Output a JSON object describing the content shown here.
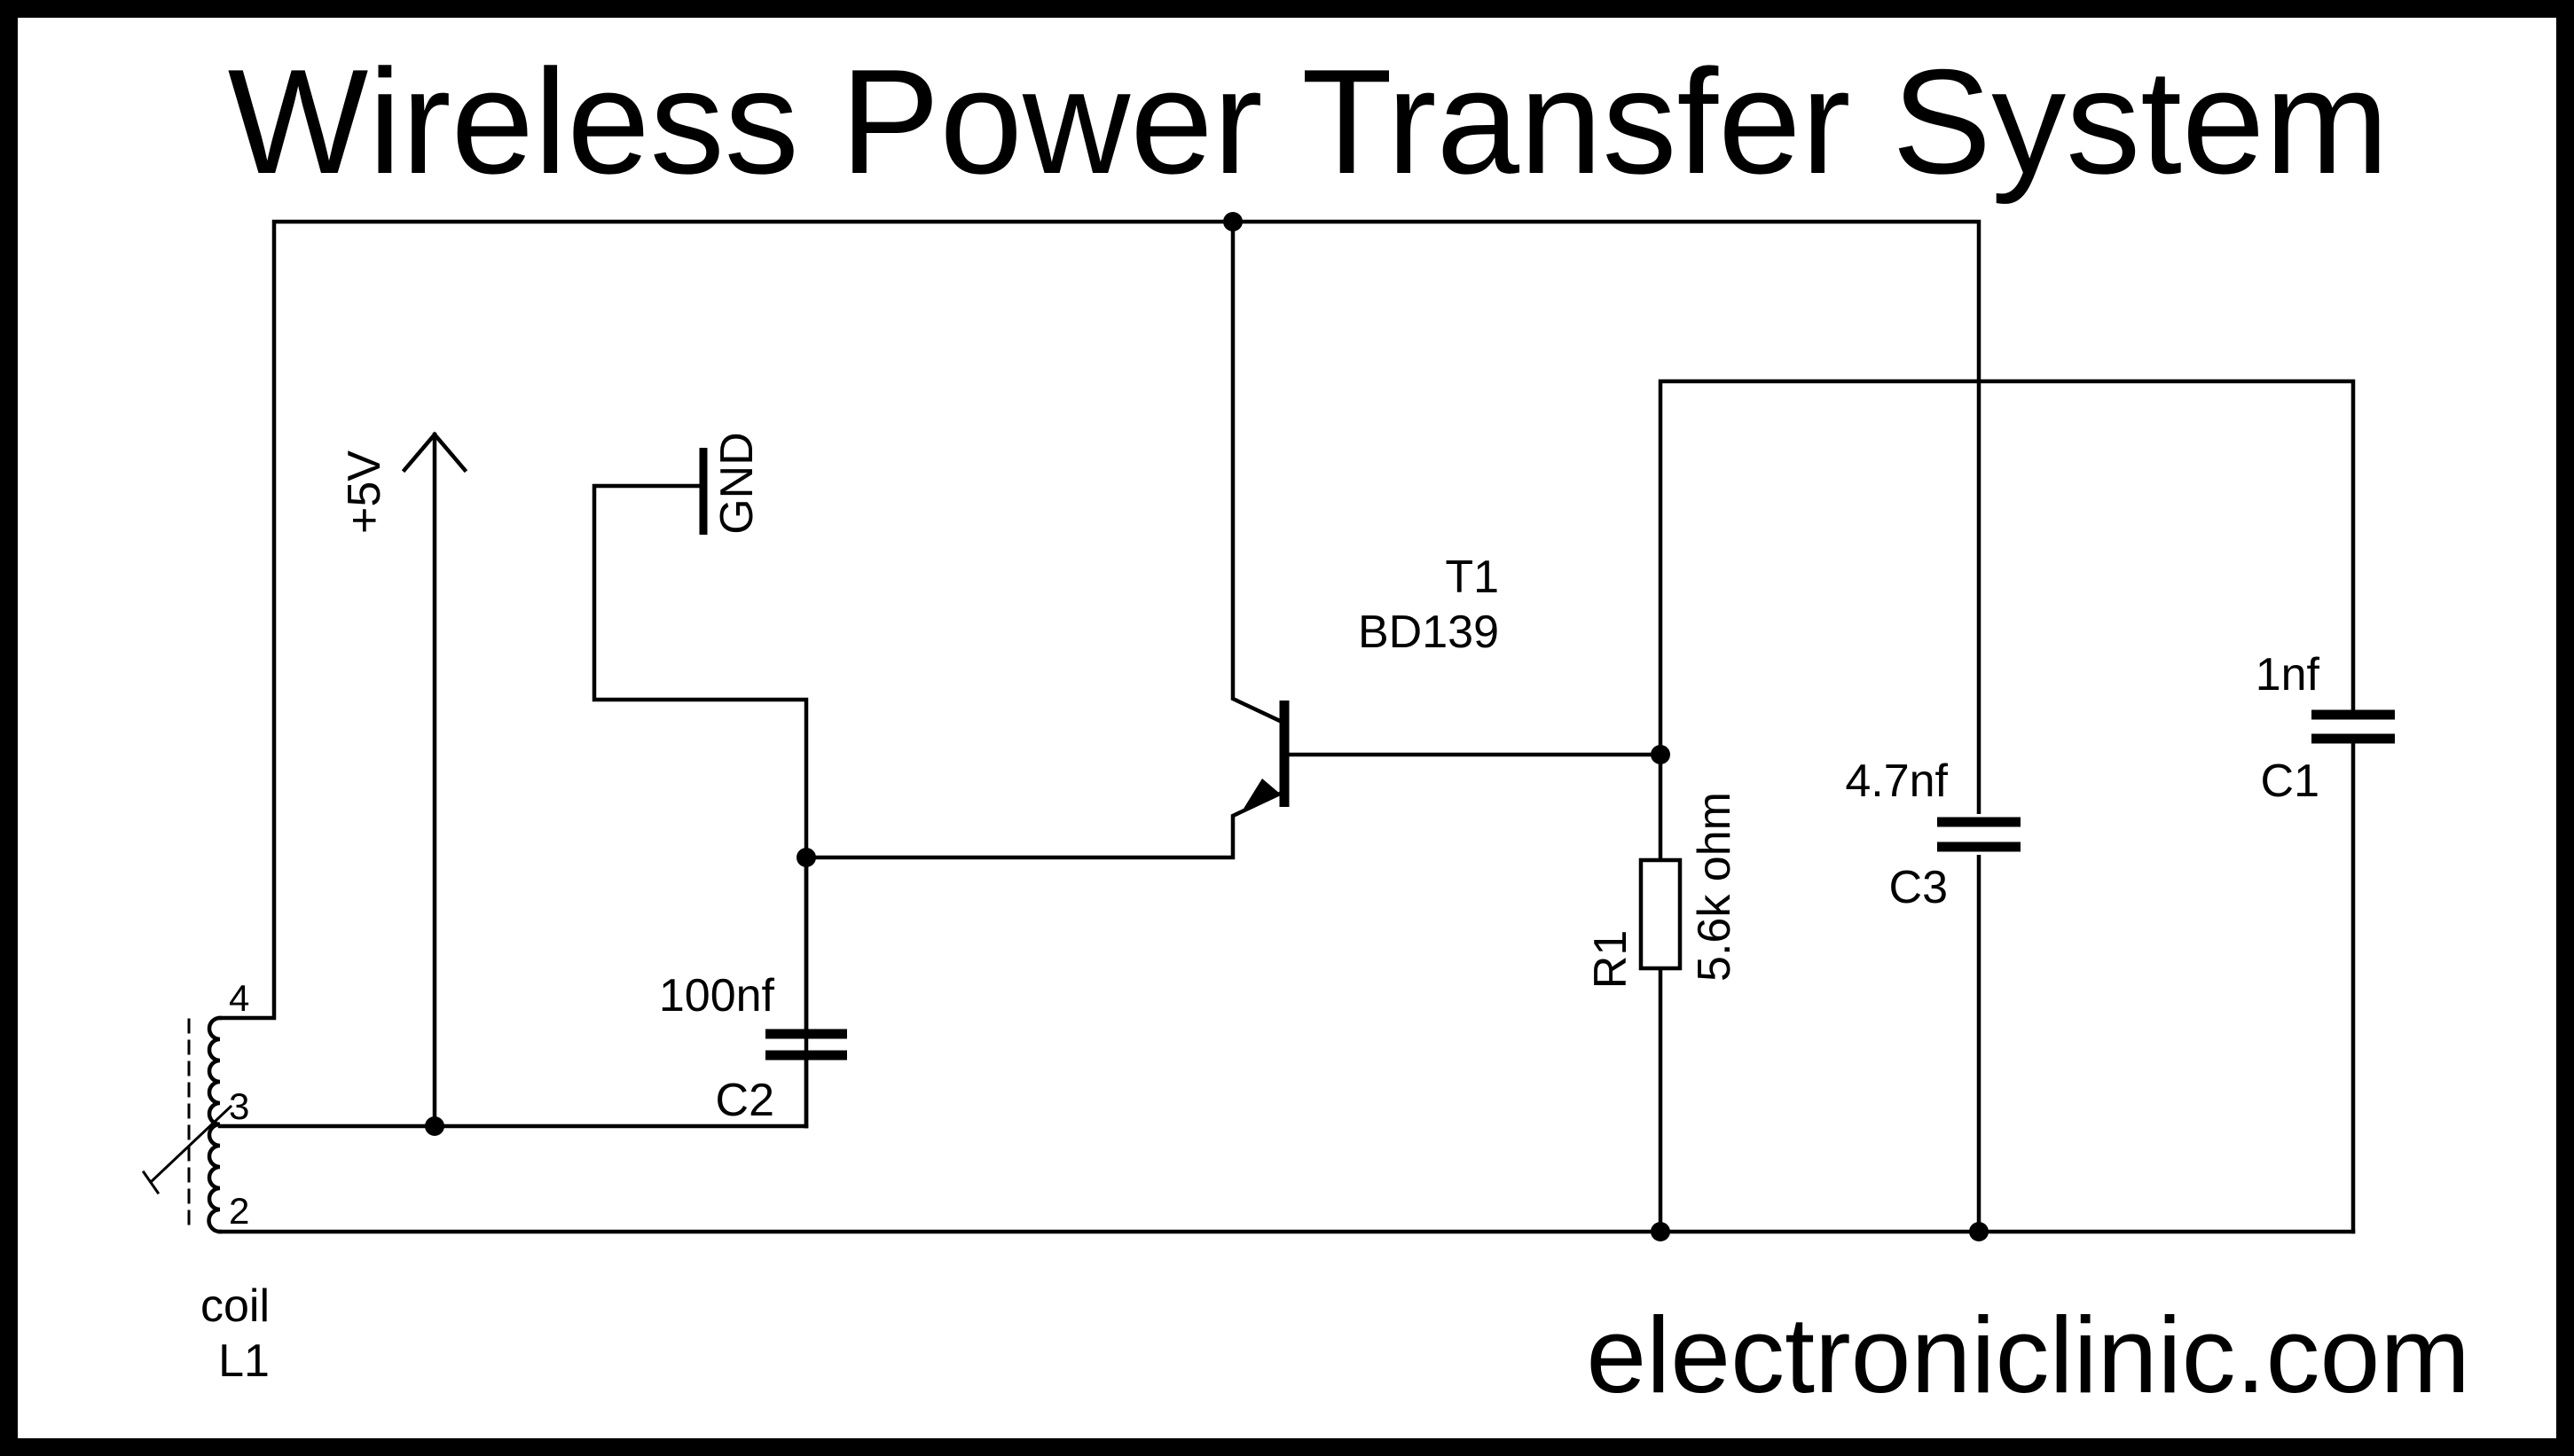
{
  "title": "Wireless Power Transfer System",
  "website": "electroniclinic.com",
  "supply": {
    "label": "+5V"
  },
  "ground": {
    "label": "GND"
  },
  "transistor": {
    "ref": "T1",
    "part": "BD139"
  },
  "resistor": {
    "ref": "R1",
    "value": "5.6k ohm"
  },
  "capacitors": {
    "c1": {
      "ref": "C1",
      "value": "1nf"
    },
    "c2": {
      "ref": "C2",
      "value": "100nf"
    },
    "c3": {
      "ref": "C3",
      "value": "4.7nf"
    }
  },
  "coil": {
    "label": "coil",
    "ref": "L1",
    "pins": [
      "4",
      "3",
      "2"
    ]
  }
}
